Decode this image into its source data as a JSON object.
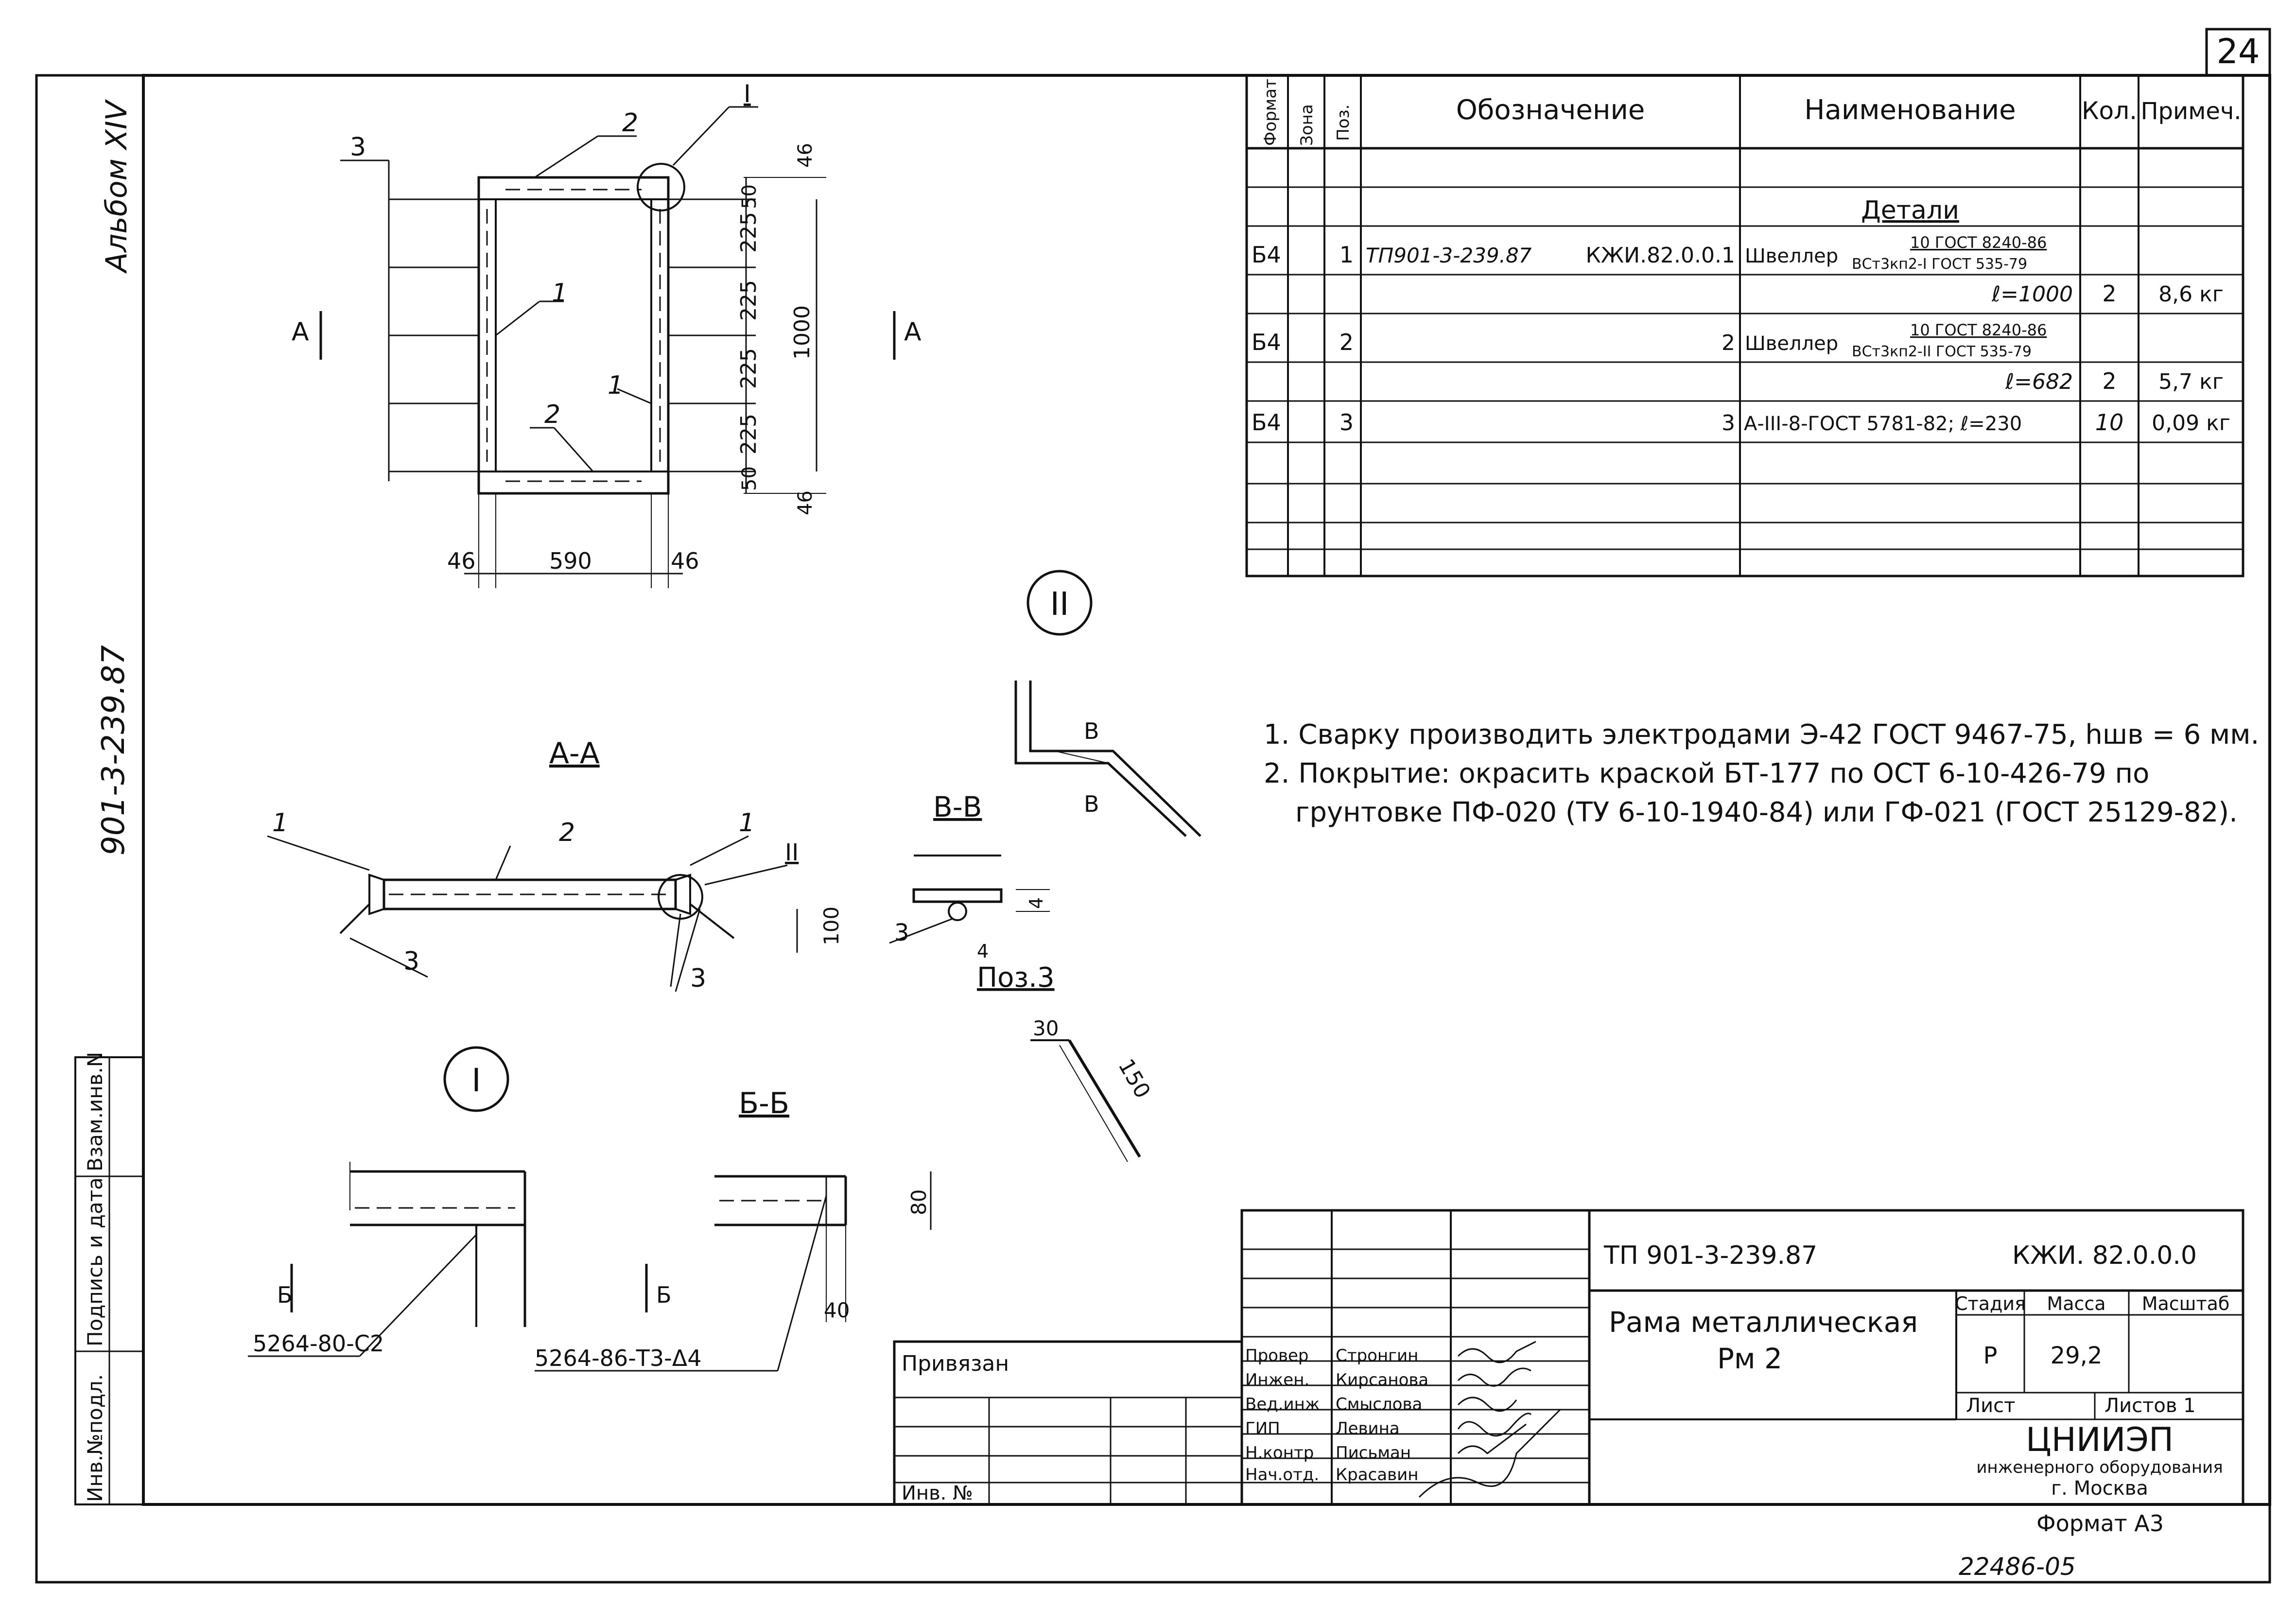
{
  "sheet_number": "24",
  "album": "Альбом XIV",
  "project_code_vertical": "901-3-239.87",
  "side_stamp": [
    "Инв.№подл.",
    "Подпись и дата",
    "Взам.инв.N"
  ],
  "spec": {
    "headers": [
      "Формат",
      "Зона",
      "Поз.",
      "Обозначение",
      "Наименование",
      "Кол.",
      "Примеч."
    ],
    "section": "Детали",
    "rows": [
      {
        "format": "Б4",
        "pos": "1",
        "doc": "ТП901-3-239.87",
        "code": "КЖИ.82.0.0.1",
        "name": "Швеллер",
        "name_frac_top": "10 ГОСТ 8240-86",
        "name_frac_bottom": "ВСт3кп2-I ГОСТ 535-79",
        "qty": "",
        "note": ""
      },
      {
        "format": "",
        "pos": "",
        "doc": "",
        "code": "",
        "name": "ℓ=1000",
        "name_frac_top": "",
        "name_frac_bottom": "",
        "qty": "2",
        "note": "8,6 кг"
      },
      {
        "format": "Б4",
        "pos": "2",
        "doc": "",
        "code": "2",
        "name": "Швеллер",
        "name_frac_top": "10 ГОСТ 8240-86",
        "name_frac_bottom": "ВСт3кп2-II ГОСТ 535-79",
        "qty": "",
        "note": ""
      },
      {
        "format": "",
        "pos": "",
        "doc": "",
        "code": "",
        "name": "ℓ=682",
        "name_frac_top": "",
        "name_frac_bottom": "",
        "qty": "2",
        "note": "5,7 кг"
      },
      {
        "format": "Б4",
        "pos": "3",
        "doc": "",
        "code": "3",
        "name": "А-III-8-ГОСТ 5781-82; ℓ=230",
        "name_frac_top": "",
        "name_frac_bottom": "",
        "qty": "10",
        "note": "0,09 кг"
      }
    ]
  },
  "notes": [
    "1. Сварку производить электродами Э-42 ГОСТ 9467-75, hшв = 6 мм.",
    "2. Покрытие: окрасить краской БТ-177 по ОСТ 6-10-426-79 по",
    "грунтовке ПФ-020 (ТУ 6-10-1940-84) или ГФ-021 (ГОСТ 25129-82)."
  ],
  "drawing": {
    "section_aa": "А-А",
    "section_bb": "Б-Б",
    "section_vv": "В-В",
    "poz3": "Поз.3",
    "node_1": "I",
    "node_2": "II",
    "mark_a": "А",
    "mark_b": "Б",
    "mark_v": "В",
    "dims": {
      "d46": "46",
      "d50": "50",
      "d225": "225",
      "d1000": "1000",
      "d590": "590",
      "d100": "100",
      "d80": "80",
      "d40": "40",
      "d4": "4",
      "d30": "30",
      "d150": "150"
    },
    "leaders": {
      "p1": "1",
      "p2": "2",
      "p3": "3"
    },
    "weld1": "5264-80-С2",
    "weld2": "5264-86-Т3-Δ4"
  },
  "title_block": {
    "project": "ТП 901-3-239.87",
    "code": "КЖИ. 82.0.0.0",
    "name_line1": "Рама металлическая",
    "name_line2": "Рм 2",
    "stage_label": "Стадия",
    "mass_label": "Масса",
    "scale_label": "Масштаб",
    "stage": "Р",
    "mass": "29,2",
    "scale": "",
    "sheet_label": "Лист",
    "sheets_label": "Листов 1",
    "org_line1": "ЦНИИЭП",
    "org_line2": "инженерного оборудования",
    "org_line3": "г. Москва",
    "privyazan": "Привязан",
    "inv_no": "Инв. №",
    "roles": [
      "Провер",
      "Инжен.",
      "Вед.инж",
      "ГИП",
      "Н.контр",
      "Нач.отд."
    ],
    "names": [
      "Стронгин",
      "Кирсанова",
      "Смыслова",
      "Левина",
      "Письман",
      "Красавин"
    ],
    "format": "Формат А3",
    "footer_no": "22486-05"
  }
}
